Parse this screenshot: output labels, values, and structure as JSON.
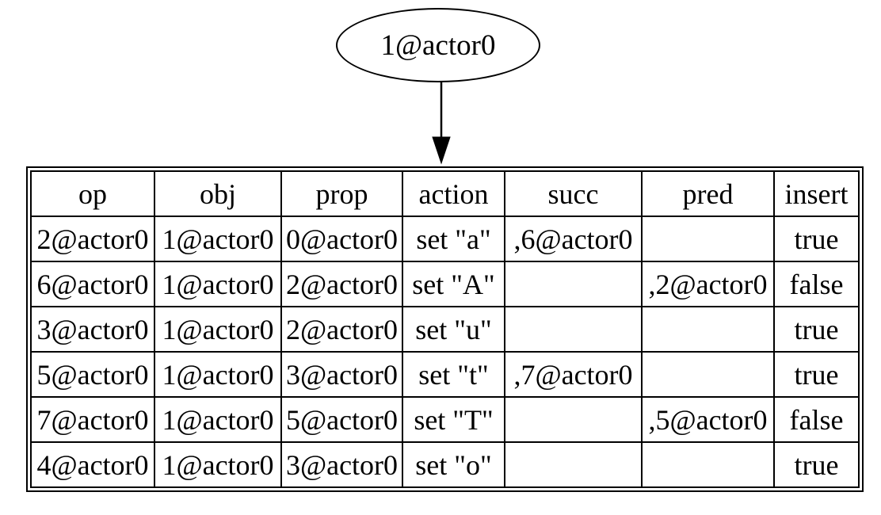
{
  "diagram": {
    "node": {
      "label": "1@actor0"
    },
    "edge": {
      "description": "arrow from node to table"
    }
  },
  "table": {
    "columns": [
      "op",
      "obj",
      "prop",
      "action",
      "succ",
      "pred",
      "insert"
    ],
    "rows": [
      [
        "2@actor0",
        "1@actor0",
        "0@actor0",
        "set \"a\"",
        ",6@actor0",
        "",
        "true"
      ],
      [
        "6@actor0",
        "1@actor0",
        "2@actor0",
        "set \"A\"",
        "",
        ",2@actor0",
        "false"
      ],
      [
        "3@actor0",
        "1@actor0",
        "2@actor0",
        "set \"u\"",
        "",
        "",
        "true"
      ],
      [
        "5@actor0",
        "1@actor0",
        "3@actor0",
        "set \"t\"",
        ",7@actor0",
        "",
        "true"
      ],
      [
        "7@actor0",
        "1@actor0",
        "5@actor0",
        "set \"T\"",
        "",
        ",5@actor0",
        "false"
      ],
      [
        "4@actor0",
        "1@actor0",
        "3@actor0",
        "set \"o\"",
        "",
        "",
        "true"
      ]
    ]
  },
  "colors": {
    "line": "#000000",
    "background": "#ffffff"
  }
}
